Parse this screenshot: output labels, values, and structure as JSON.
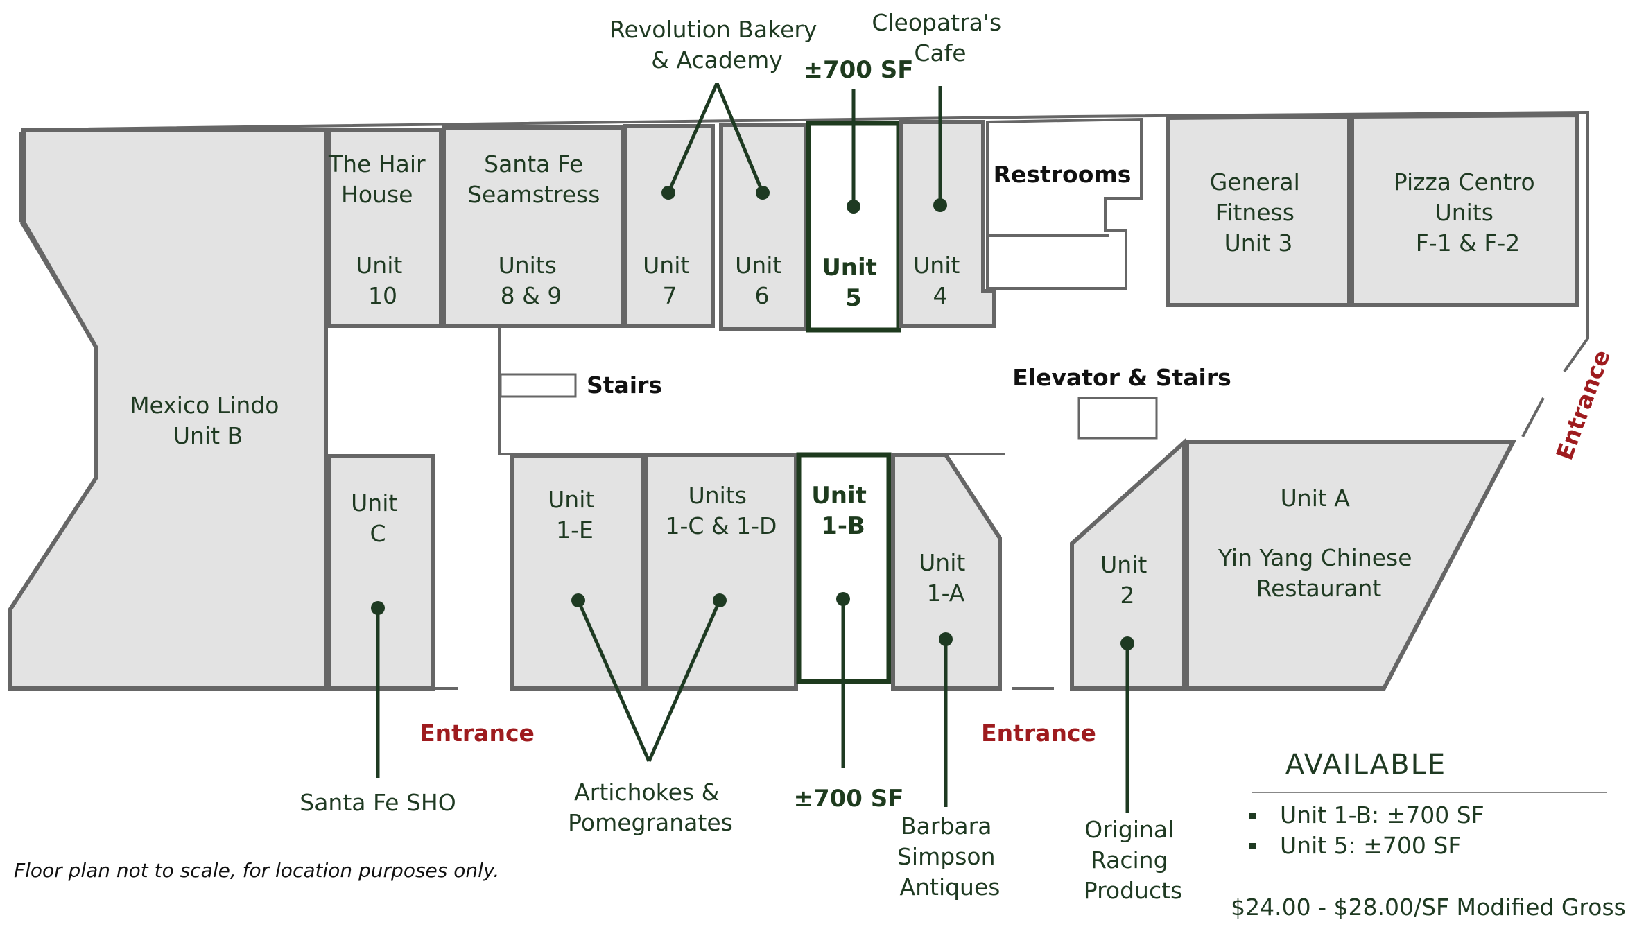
{
  "units": {
    "mexico_lindo": [
      "Mexico Lindo",
      "Unit B"
    ],
    "hair_house": [
      "The Hair",
      "House",
      "Unit",
      "10"
    ],
    "seamstress": [
      "Santa Fe",
      "Seamstress",
      "Units",
      "8 & 9"
    ],
    "unit7": [
      "Unit",
      "7"
    ],
    "unit6": [
      "Unit",
      "6"
    ],
    "unit5": [
      "Unit",
      "5"
    ],
    "unit4": [
      "Unit",
      "4"
    ],
    "restrooms": "Restrooms",
    "fitness": [
      "General",
      "Fitness",
      "Unit 3"
    ],
    "pizza": [
      "Pizza Centro",
      "Units",
      "F-1 & F-2"
    ],
    "stairs": "Stairs",
    "elevator": "Elevator & Stairs",
    "unitC": [
      "Unit",
      "C"
    ],
    "unit1e": [
      "Unit",
      "1-E"
    ],
    "unit1cd": [
      "Units",
      "1-C & 1-D"
    ],
    "unit1b": [
      "Unit",
      "1-B"
    ],
    "unit1a": [
      "Unit",
      "1-A"
    ],
    "unit2": [
      "Unit",
      "2"
    ],
    "unitA": [
      "Unit A",
      "Yin Yang Chinese",
      "Restaurant"
    ]
  },
  "callouts": {
    "revolution": [
      "Revolution Bakery",
      "& Academy"
    ],
    "unit5_sf": "±700 SF",
    "cleopatra": [
      "Cleopatra's",
      "Cafe"
    ],
    "santa_fe_sho": "Santa Fe SHO",
    "artichokes": [
      "Artichokes &",
      "Pomegranates"
    ],
    "unit1b_sf": "±700 SF",
    "barbara": [
      "Barbara",
      "Simpson",
      "Antiques"
    ],
    "original": [
      "Original",
      "Racing",
      "Products"
    ]
  },
  "entrances": [
    "Entrance",
    "Entrance",
    "Entrance"
  ],
  "legend": {
    "title": "AVAILABLE",
    "items": [
      "Unit 1-B: ±700 SF",
      "Unit 5: ±700 SF"
    ],
    "price": "$24.00 - $28.00/SF Modified Gross"
  },
  "footnote": "Floor plan not to scale, for location purposes only.",
  "colors": {
    "unit_fill": "#e3e3e3",
    "wall": "#666666",
    "available_outline": "#1e3a1e",
    "entrance": "#9e1b1e",
    "text_green": "#1f3a22"
  }
}
